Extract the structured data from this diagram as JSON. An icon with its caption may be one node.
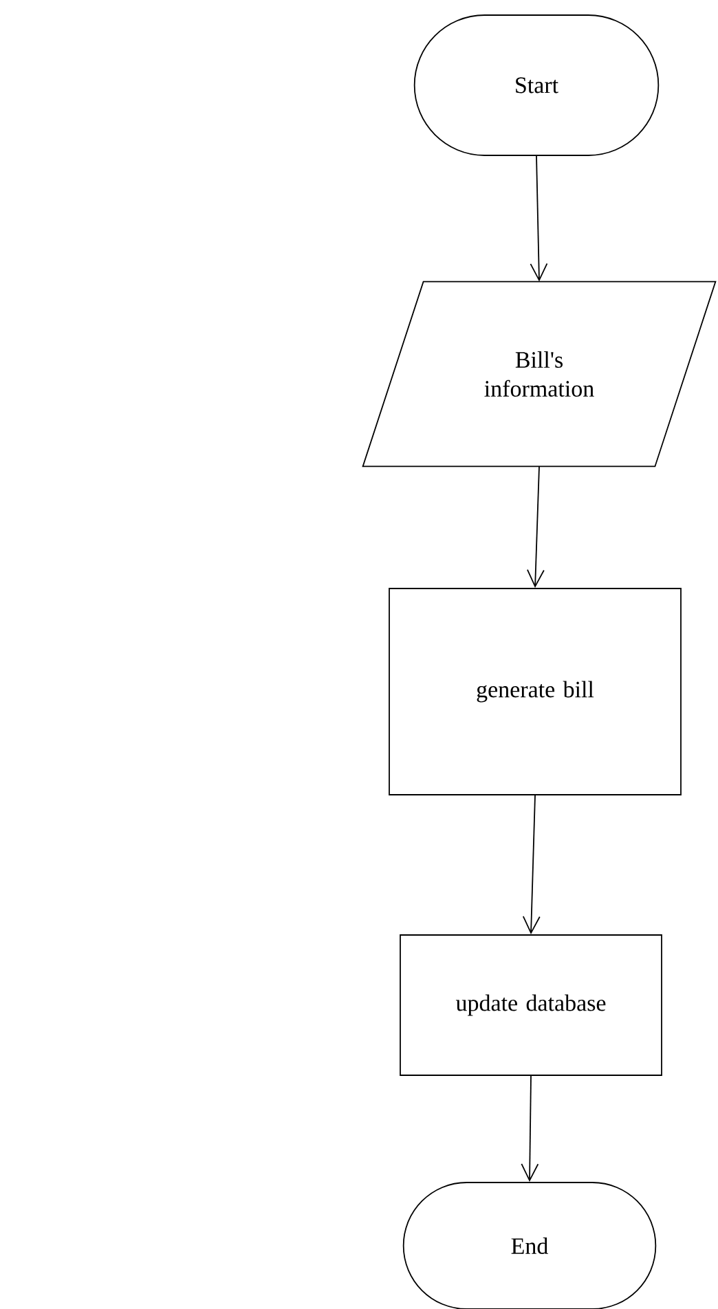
{
  "diagram": {
    "nodes": [
      {
        "text": [
          "Start"
        ]
      },
      {
        "text": [
          "Bill's information"
        ]
      },
      {
        "text": [
          "generate bill"
        ]
      },
      {
        "text": [
          "update database"
        ]
      },
      {
        "text": [
          "End"
        ]
      }
    ],
    "edges": [
      {
        "from": 0,
        "to": 1,
        "arrow": "to"
      },
      {
        "from": 1,
        "to": 2,
        "arrow": "to"
      },
      {
        "from": 2,
        "to": 3,
        "arrow": "to"
      },
      {
        "from": 3,
        "to": 4,
        "arrow": "to"
      }
    ]
  }
}
